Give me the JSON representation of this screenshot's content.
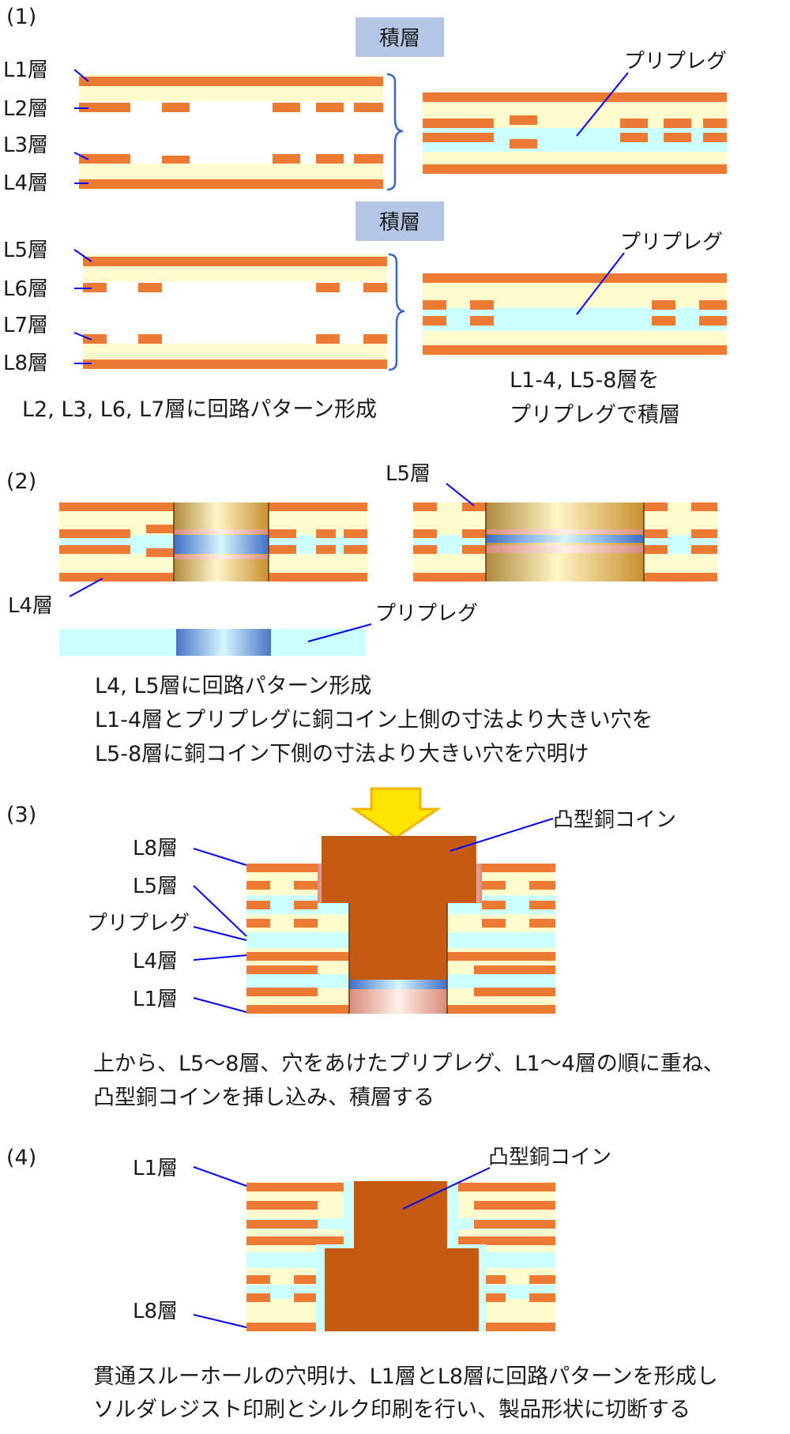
{
  "step1": {
    "number": "(1)",
    "lamination_badges": [
      "積層",
      "積層"
    ],
    "layer_labels_a": [
      "L1層",
      "L2層",
      "L3層",
      "L4層"
    ],
    "layer_labels_b": [
      "L5層",
      "L6層",
      "L7層",
      "L8層"
    ],
    "prepreg_label_a": "プリプレグ",
    "prepreg_label_b": "プリプレグ",
    "caption_left": "L2, L3, L6, L7層に回路パターン形成",
    "caption_right_line1": "L1-4, L5-8層を",
    "caption_right_line2": "プリプレグで積層"
  },
  "step2": {
    "number": "(2)",
    "label_l5": "L5層",
    "label_l4": "L4層",
    "label_prepreg": "プリプレグ",
    "caption_lines": [
      "L4, L5層に回路パターン形成",
      "L1-4層とプリプレグに銅コイン上側の寸法より大きい穴を",
      "L5-8層に銅コイン下側の寸法より大きい穴を穴明け"
    ]
  },
  "step3": {
    "number": "(3)",
    "coin_label": "凸型銅コイン",
    "layer_labels": [
      "L8層",
      "L5層",
      "プリプレグ",
      "L4層",
      "L1層"
    ],
    "caption_lines": [
      "上から、L5～8層、穴をあけたプリプレグ、L1～4層の順に重ね、",
      "凸型銅コインを挿し込み、積層する"
    ]
  },
  "step4": {
    "number": "(4)",
    "coin_label": "凸型銅コイン",
    "label_top": "L1層",
    "label_bottom": "L8層",
    "caption_lines": [
      "貫通スルーホールの穴明け、L1層とL8層に回路パターンを形成し",
      "ソルダレジスト印刷とシルク印刷を行い、製品形状に切断する"
    ]
  },
  "colors": {
    "copper": "#EC7A33",
    "core": "#FFFBCC",
    "prepreg": "#CCFFFF",
    "coin": "#C55A11",
    "badge": "#B4C7E7",
    "leader": "#0000FF",
    "arrow": "#FFE600"
  }
}
